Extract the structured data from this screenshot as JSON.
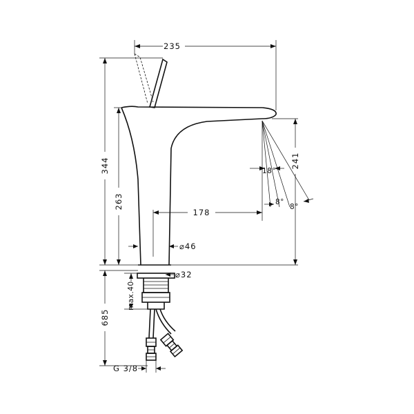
{
  "dimensions": {
    "width_total": "235",
    "height_total": "344",
    "height_body": "263",
    "spout_reach": "178",
    "outlet_height": "241",
    "body_diameter": "⌀46",
    "hole_diameter": "⌀32",
    "hose_length": "685",
    "max_thickness": "max.40",
    "thread": "G 3/8"
  },
  "angles": {
    "a1": "18°",
    "a2": "8°",
    "a3": "8°"
  }
}
